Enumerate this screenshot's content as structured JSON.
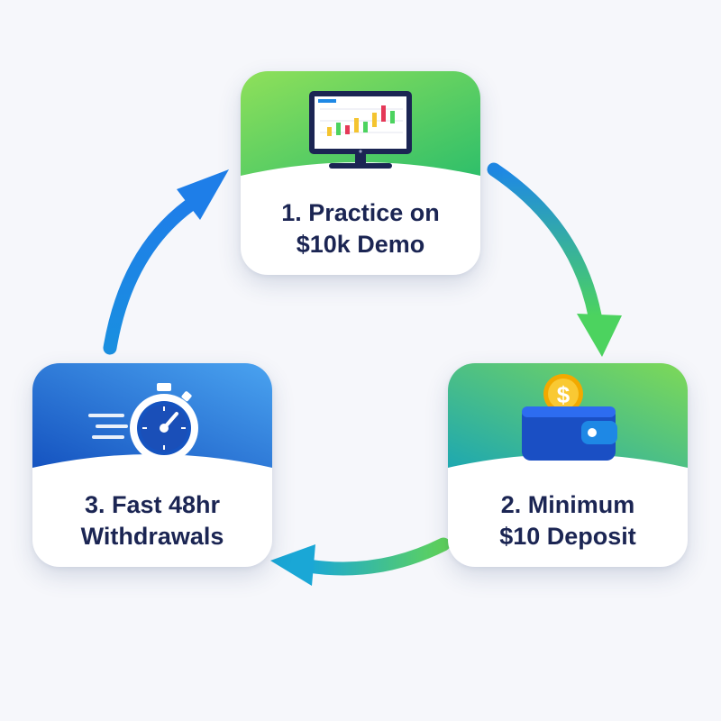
{
  "steps": [
    {
      "line1": "1. Practice on",
      "line2": "$10k Demo",
      "icon": "trading-monitor-icon"
    },
    {
      "line1": "2. Minimum",
      "line2": "$10 Deposit",
      "icon": "wallet-coin-icon"
    },
    {
      "line1": "3. Fast 48hr",
      "line2": "Withdrawals",
      "icon": "stopwatch-icon"
    }
  ],
  "coin_symbol": "$",
  "colors": {
    "green": "#7ed957",
    "teal": "#22b8a0",
    "blue": "#1e88e5",
    "navy": "#1b2553",
    "deep_blue": "#1565c0"
  }
}
